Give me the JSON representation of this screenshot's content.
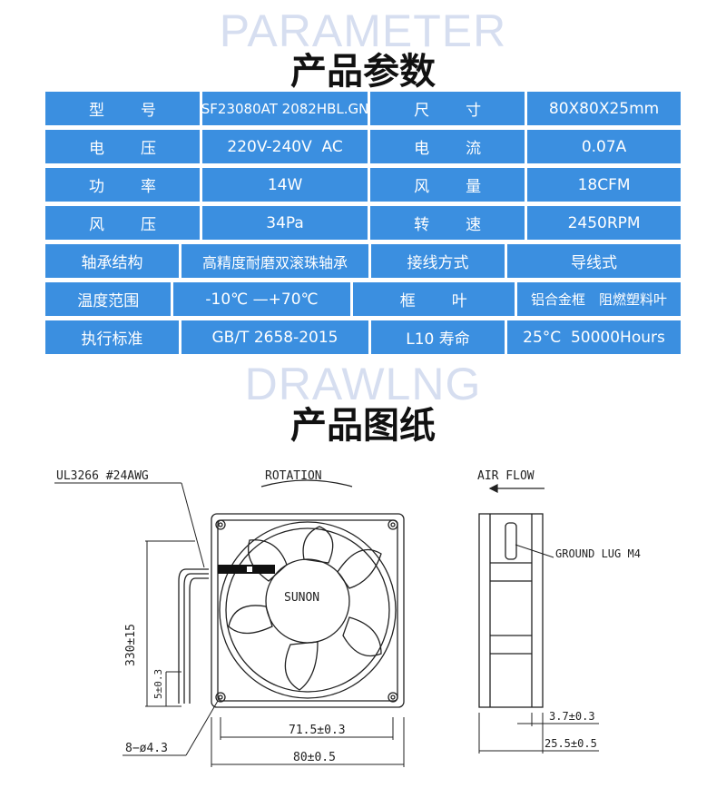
{
  "headings": {
    "parameter_watermark": "PARAMETER",
    "parameter_title": "产品参数",
    "drawing_watermark": "DRAWLNG",
    "drawing_title": "产品图纸"
  },
  "specs": [
    {
      "label1": "型号",
      "value1": "SF23080AT 2082HBL.GN",
      "label2": "尺寸",
      "value2": "80X80X25mm"
    },
    {
      "label1": "电压",
      "value1": "220V-240V  AC",
      "label2": "电流",
      "value2": "0.07A"
    },
    {
      "label1": "功率",
      "value1": "14W",
      "label2": "风量",
      "value2": "18CFM"
    },
    {
      "label1": "风压",
      "value1": "34Pa",
      "label2": "转速",
      "value2": "2450RPM"
    },
    {
      "label1": "轴承结构",
      "value1": "高精度耐磨双滚珠轴承",
      "label2": "接线方式",
      "value2": "导线式"
    },
    {
      "label1": "温度范围",
      "value1": "-10℃ —+70℃",
      "label2": "框叶",
      "value2": "铝合金框　阻燃塑料叶"
    },
    {
      "label1": "执行标准",
      "value1": "GB/T 2658-2015",
      "label2": "L10 寿命",
      "value2": "25°C  50000Hours"
    }
  ],
  "drawing": {
    "wire_label": "UL3266  #24AWG",
    "rotation_label": "ROTATION",
    "airflow_label": "AIR  FLOW",
    "brand": "SUNON",
    "ground_lug": "GROUND  LUG  M4",
    "dim_lead": "330±15",
    "dim_strip": "5±0.3",
    "dim_holes": "8−ø4.3",
    "dim_hole_pitch": "71.5±0.3",
    "dim_width": "80±0.5",
    "dim_flange": "3.7±0.3",
    "dim_depth": "25.5±0.5"
  }
}
